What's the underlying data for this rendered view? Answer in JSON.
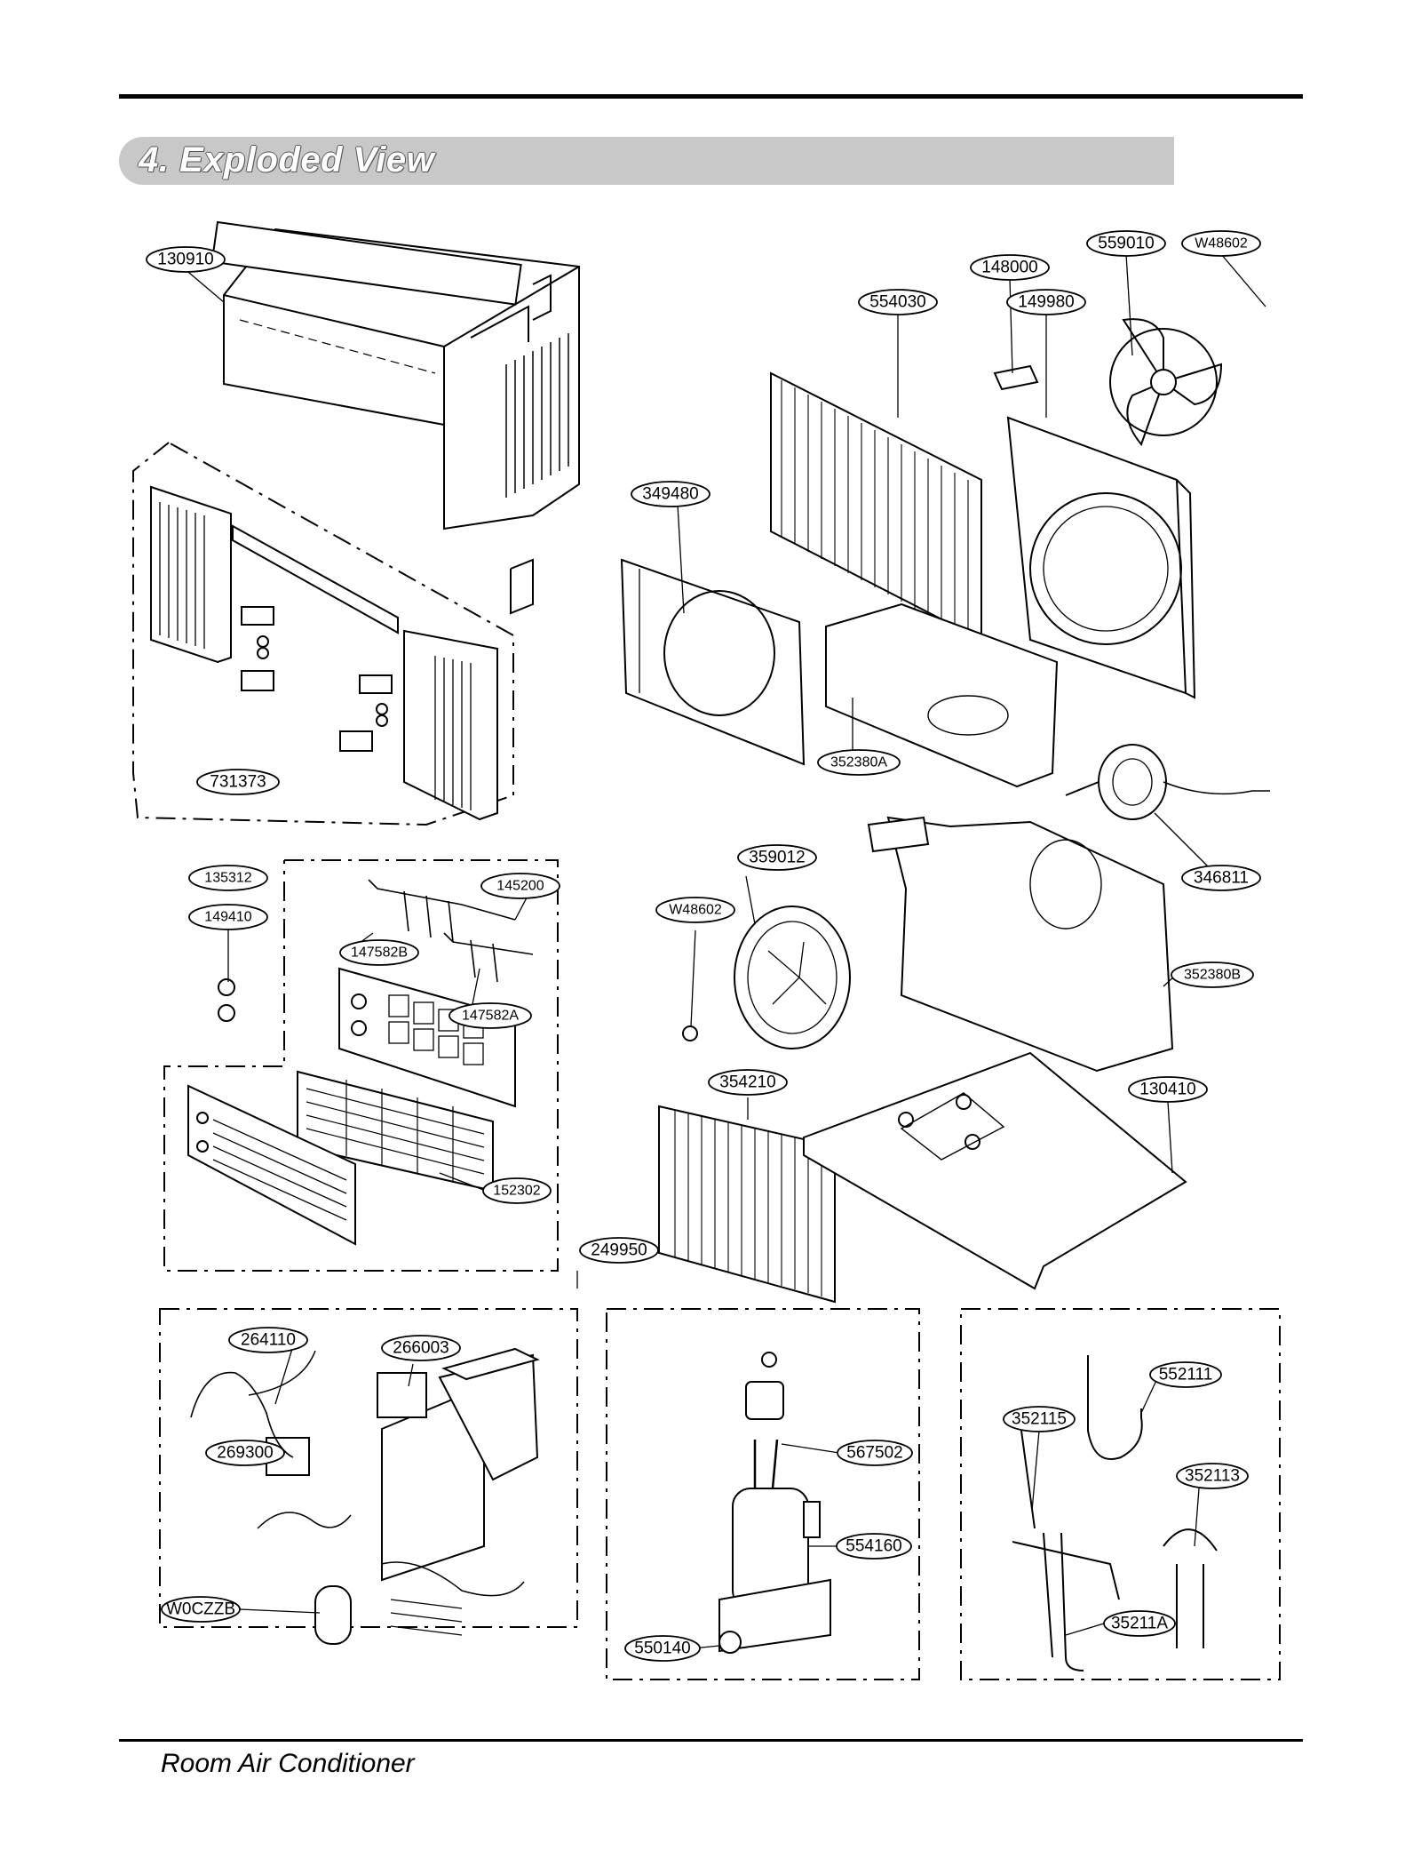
{
  "header": {
    "section_title": "4. Exploded View"
  },
  "footer": {
    "text": "Room Air Conditioner"
  },
  "callouts": {
    "c130910": "130910",
    "c731373": "731373",
    "c554030": "554030",
    "c148000": "148000",
    "c149980": "149980",
    "c559010": "559010",
    "cW48602a": "W48602",
    "c349480": "349480",
    "c352380A": "352380A",
    "c346811": "346811",
    "c135312": "135312",
    "c149410": "149410",
    "c145200": "145200",
    "c147582B": "147582B",
    "c147582A": "147582A",
    "c152302": "152302",
    "c359012": "359012",
    "cW48602b": "W48602",
    "c352380B": "352380B",
    "c354210": "354210",
    "c130410": "130410",
    "c249950": "249950",
    "c264110": "264110",
    "c266003": "266003",
    "c269300": "269300",
    "cW0CZZB": "W0CZZB",
    "c567502": "567502",
    "c554160": "554160",
    "c550140": "550140",
    "c552111": "552111",
    "c352115": "352115",
    "c352113": "352113",
    "c35211A": "35211A"
  }
}
